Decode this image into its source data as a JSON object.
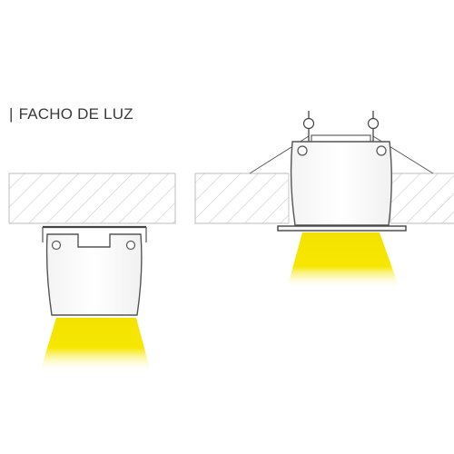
{
  "title": {
    "bar": "|",
    "text": "FACHO DE LUZ"
  },
  "colors": {
    "background": "#ffffff",
    "ceiling_hatch": "#c8c8c8",
    "ceiling_border": "#b5b5b5",
    "fixture_outline": "#555555",
    "light_beam": "#f5e400",
    "text": "#3a3a3a"
  },
  "diagrams": [
    {
      "name": "surface-mounted-fixture",
      "mounting": "surface"
    },
    {
      "name": "recessed-fixture",
      "mounting": "recessed"
    }
  ]
}
